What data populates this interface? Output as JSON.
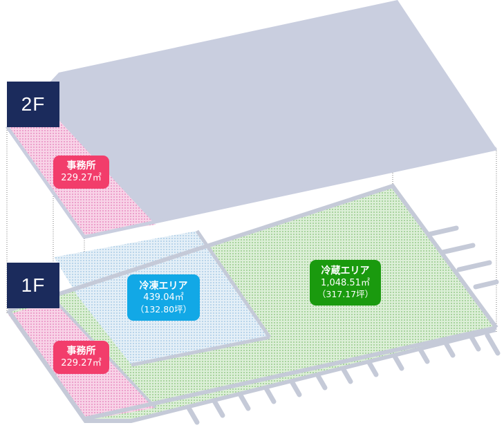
{
  "floors": {
    "f2": {
      "tag": "2F",
      "office": {
        "name": "事務所",
        "area": "229.27㎡"
      }
    },
    "f1": {
      "tag": "1F",
      "office": {
        "name": "事務所",
        "area": "229.27㎡"
      },
      "freezer": {
        "name": "冷凍エリア",
        "area": "439.04㎡",
        "tsubo": "（132.80坪）"
      },
      "refrigerator": {
        "name": "冷蔵エリア",
        "area": "1,048.51㎡",
        "tsubo": "（317.17坪）"
      }
    }
  },
  "colors": {
    "tag_bg": "#1b2b5c",
    "upper_floor": "#c9cedf",
    "office_zone": "#f4c3df",
    "office_label": "#f23d6b",
    "freezer_zone": "#d9e8f3",
    "freezer_label": "#12a8e6",
    "refrigerator_zone": "#cfe7c9",
    "refrigerator_label": "#1a9a0e",
    "dock": "#c5cad8"
  }
}
